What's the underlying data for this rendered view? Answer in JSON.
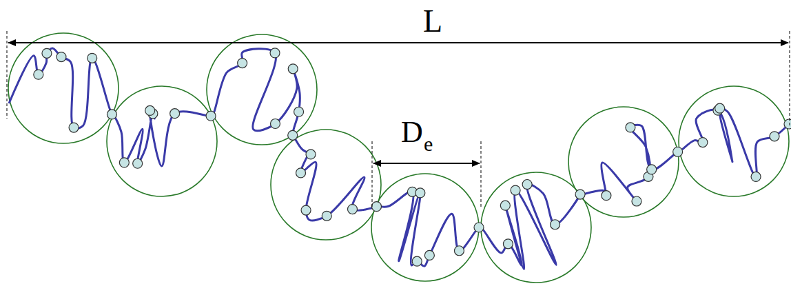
{
  "diagram": {
    "labels": [
      "L",
      "D",
      "e"
    ]
  }
}
